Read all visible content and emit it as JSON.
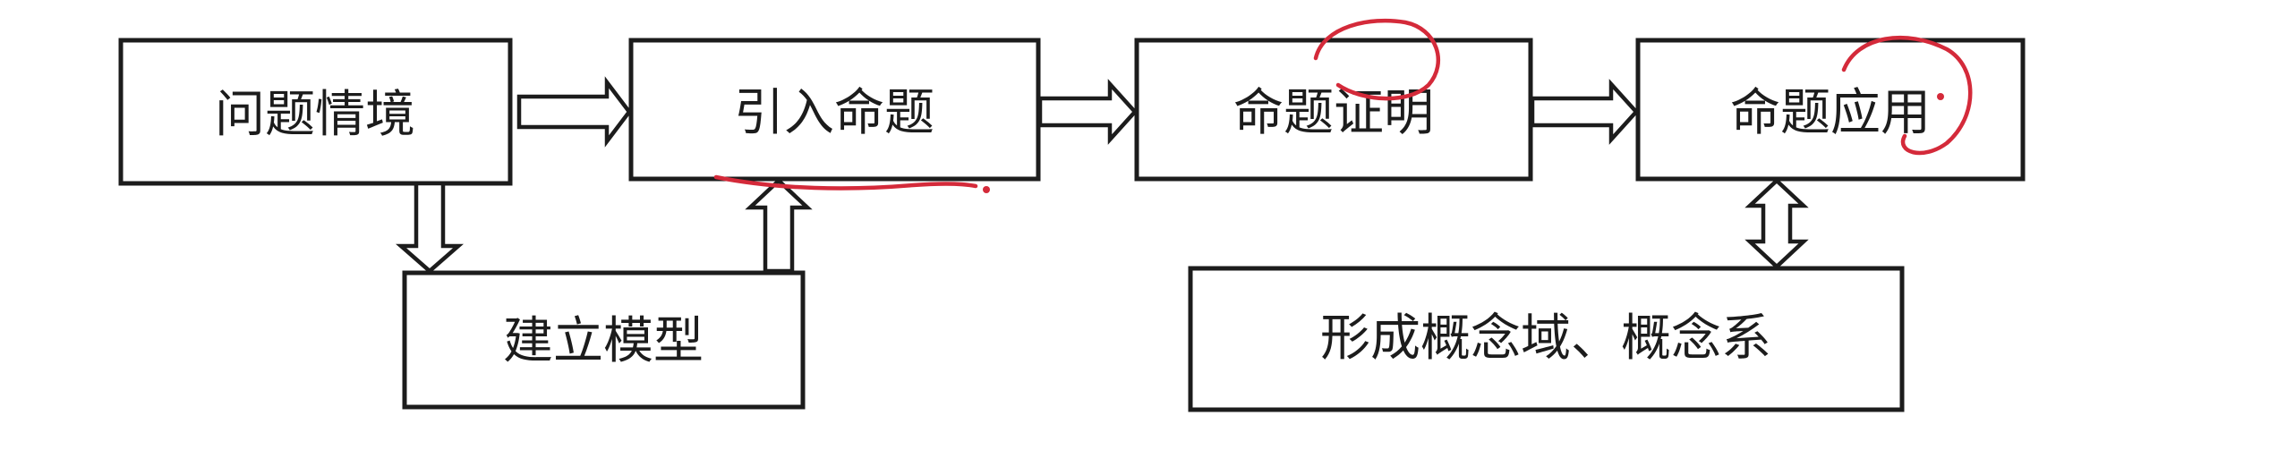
{
  "diagram": {
    "nodes": {
      "problem_situation": "问题情境",
      "introduce_proposition": "引入命题",
      "proposition_proof": "命题证明",
      "proposition_application": "命题应用",
      "build_model": "建立模型",
      "concept_domain": "形成概念域、概念系"
    },
    "colors": {
      "line": "#1c1c1c",
      "annotation": "#d42a3a",
      "background": "#ffffff"
    }
  }
}
